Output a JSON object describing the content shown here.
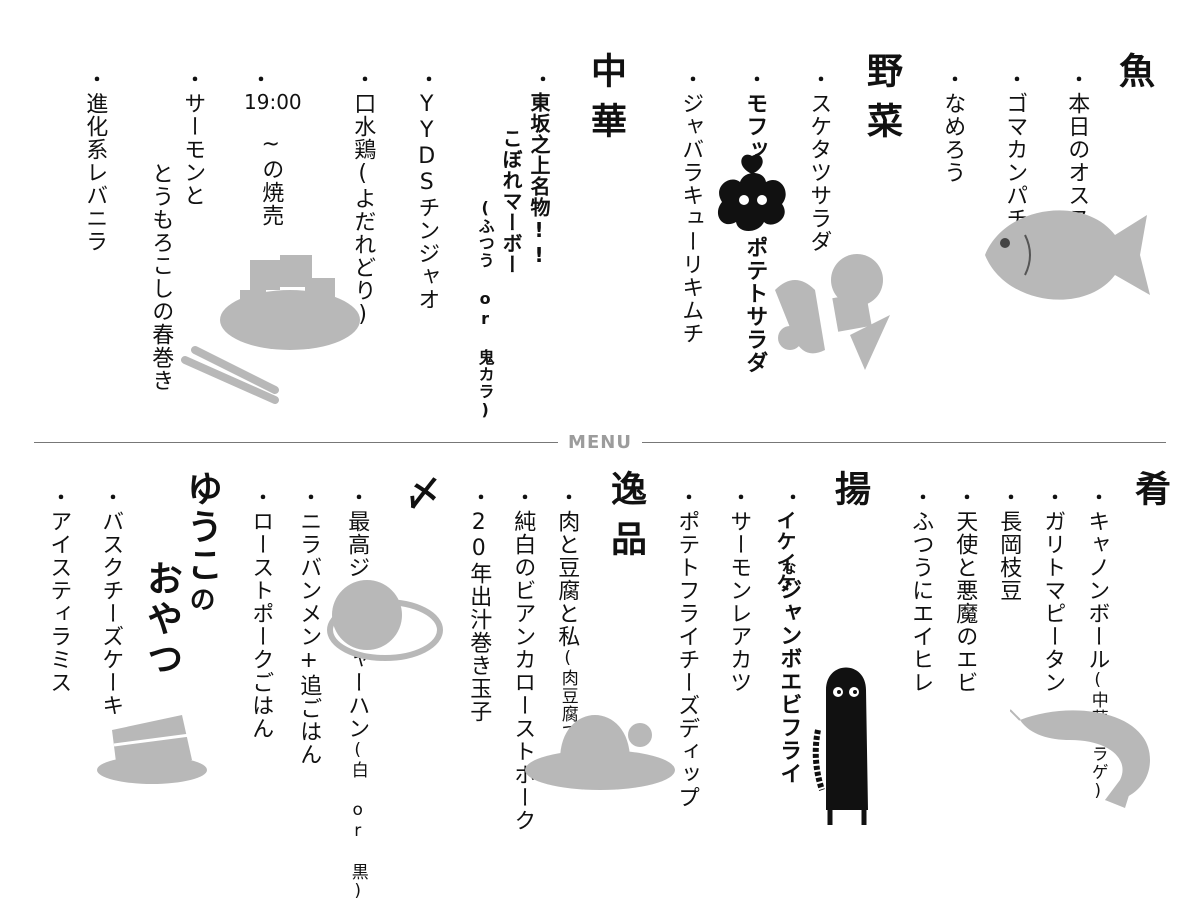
{
  "menu_label": "MENU",
  "sections": {
    "fish": {
      "title": "魚",
      "items": [
        "本日のオススメ",
        "ゴマカンパチ",
        "なめろう"
      ]
    },
    "vegetable": {
      "title": "野菜",
      "items": [
        "スケタツサラダ",
        "モフッ",
        "ポテトサラダ",
        "ジャバラキューリキムチ"
      ]
    },
    "chinese": {
      "title": "中華",
      "items": [
        "東坂之上名物!!",
        "こぼれマーボー",
        "(ふつう or 鬼カラ)",
        "YYDSチンジャオ",
        "口水鶏(よだれどり)",
        "19:00",
        "~の焼売",
        "サーモンと",
        "とうもろこしの春巻き",
        "進化系レバニラ"
      ]
    },
    "appetizer": {
      "title": "肴",
      "items": [
        "キャノンボール",
        "(中華クラゲ)",
        "ガリトマピータン",
        "長岡枝豆",
        "天使と悪魔のエビ",
        "ふつうにエイヒレ"
      ]
    },
    "fried": {
      "title": "揚",
      "items": [
        "イケイケ",
        "な",
        "ジャンボエビフライ",
        "サーモンレアカツ",
        "ポテトフライチーズディップ"
      ]
    },
    "specialty": {
      "title": "逸品",
      "items": [
        "肉と豆腐と私",
        "(肉豆腐です。)",
        "純白のビアンカローストポーク",
        "20年出汁巻き玉子"
      ]
    },
    "finish": {
      "title": "〆",
      "items": [
        "最高ジャンチャーハン",
        "(白 or 黒)",
        "ニラバンメン+追ごはん",
        "ローストポークごはん"
      ]
    },
    "dessert": {
      "title_part1": "ゆうこ",
      "title_part2": "の",
      "title_part3": "おやつ",
      "items": [
        "バスクチーズケーキ",
        "アイスティラミス"
      ]
    }
  },
  "colors": {
    "ink": "#111111",
    "illustration": "#b8b8b8",
    "rule": "#777777"
  }
}
